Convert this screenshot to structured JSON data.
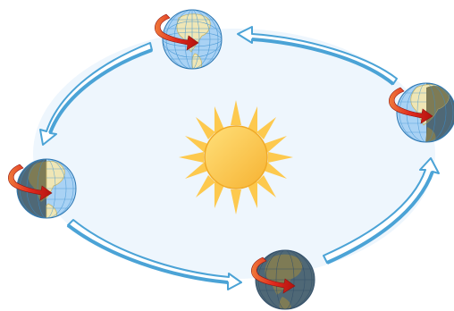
{
  "diagram": {
    "center": {
      "icon": "sun-icon",
      "color": "#fcc64a",
      "ray_color": "#fdc94e"
    },
    "orbit": {
      "fill": "#eef6fd",
      "arrow_color": "#4ba3d6",
      "direction": "counter-clockwise"
    },
    "earths": [
      {
        "id": "top",
        "lit_side": "full",
        "icon": "earth-globe-icon"
      },
      {
        "id": "right",
        "lit_side": "left-half",
        "icon": "earth-globe-icon"
      },
      {
        "id": "bottom",
        "lit_side": "none",
        "icon": "earth-globe-icon"
      },
      {
        "id": "left",
        "lit_side": "right-half",
        "icon": "earth-globe-icon"
      }
    ],
    "rotation_arrow": {
      "icon": "rotation-arrow-icon",
      "color": "#d7261c"
    },
    "colors": {
      "ocean_lit": "#a9d2f4",
      "ocean_dark": "#4f6876",
      "land_lit": "#efe6b5",
      "land_dark": "#7e7b55",
      "grid": "#3a8fd0"
    }
  }
}
